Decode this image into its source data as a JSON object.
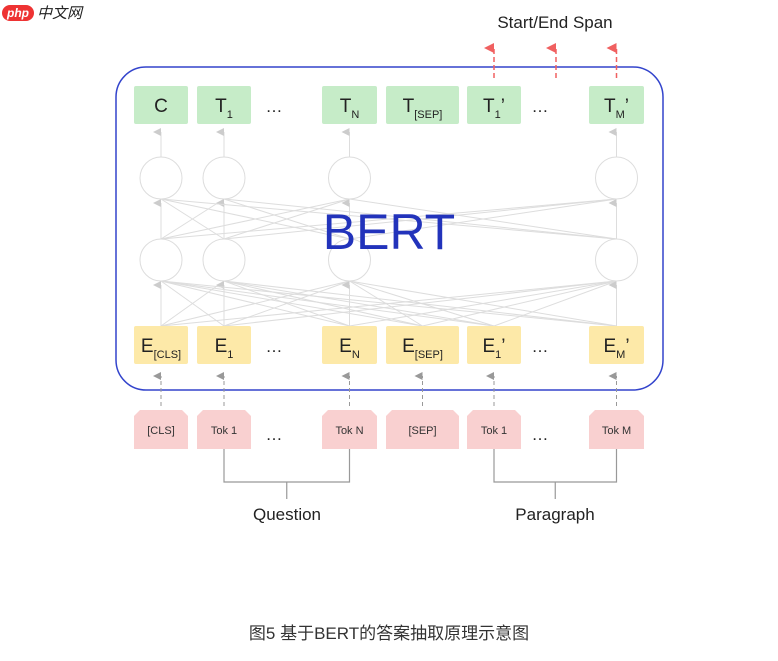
{
  "logo": {
    "brand": "php",
    "name": "中文网"
  },
  "model_label": "BERT",
  "output_label": "Start/End Span",
  "output_tokens": [
    {
      "main": "C",
      "sub": "",
      "prime": ""
    },
    {
      "main": "T",
      "sub": "1",
      "prime": ""
    },
    {
      "main": "T",
      "sub": "N",
      "prime": ""
    },
    {
      "main": "T",
      "sub": "[SEP]",
      "prime": ""
    },
    {
      "main": "T",
      "sub": "1",
      "prime": "’"
    },
    {
      "main": "T",
      "sub": "M",
      "prime": "’"
    }
  ],
  "embeddings": [
    {
      "main": "E",
      "sub": "[CLS]",
      "prime": ""
    },
    {
      "main": "E",
      "sub": "1",
      "prime": ""
    },
    {
      "main": "E",
      "sub": "N",
      "prime": ""
    },
    {
      "main": "E",
      "sub": "[SEP]",
      "prime": ""
    },
    {
      "main": "E",
      "sub": "1",
      "prime": "’"
    },
    {
      "main": "E",
      "sub": "M",
      "prime": "’"
    }
  ],
  "input_tokens": [
    "[CLS]",
    "Tok 1",
    "Tok N",
    "[SEP]",
    "Tok 1",
    "Tok M"
  ],
  "ellipsis": "…",
  "segments": {
    "question": "Question",
    "paragraph": "Paragraph"
  },
  "caption": "图5 基于BERT的答案抽取原理示意图",
  "colors": {
    "frame": "#3344cc",
    "output": "#c6ecc8",
    "embedding": "#fde9a8",
    "input": "#f9d0d0",
    "span_arrow": "#f06060",
    "model_label": "#2233bb"
  }
}
